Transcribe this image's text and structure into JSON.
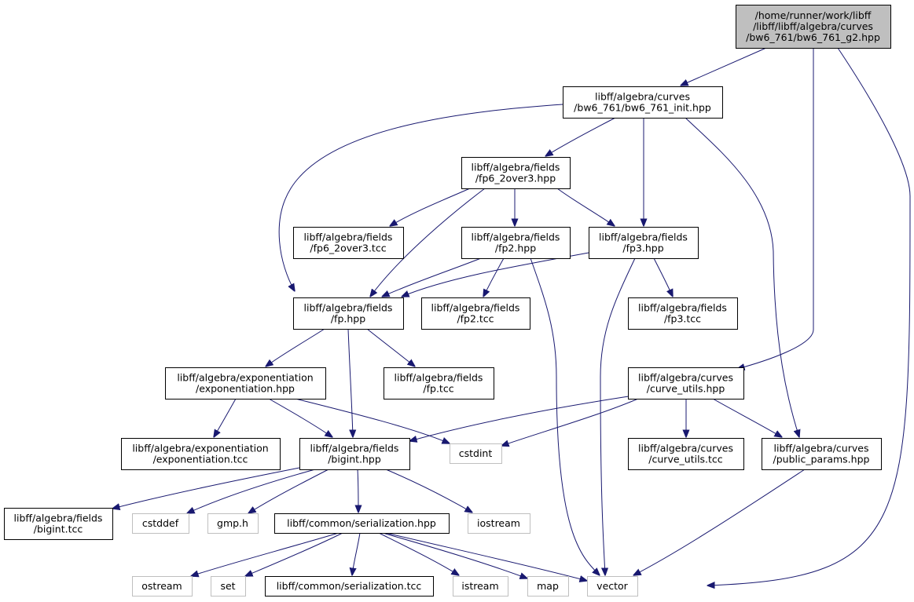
{
  "colors": {
    "edge": "#191970",
    "root_fill": "#bfbfbf",
    "node_fill": "#ffffff",
    "node_border": "#000000",
    "system_border": "#bfbfbf"
  },
  "nodes": [
    {
      "id": "root",
      "kind": "root",
      "lines": [
        "/home/runner/work/libff",
        "/libff/libff/algebra/curves",
        "/bw6_761/bw6_761_g2.hpp"
      ]
    },
    {
      "id": "bw6_init",
      "kind": "file",
      "lines": [
        "libff/algebra/curves",
        "/bw6_761/bw6_761_init.hpp"
      ]
    },
    {
      "id": "fp6_2over3_hpp",
      "kind": "file",
      "lines": [
        "libff/algebra/fields",
        "/fp6_2over3.hpp"
      ]
    },
    {
      "id": "fp6_2over3_tcc",
      "kind": "file",
      "lines": [
        "libff/algebra/fields",
        "/fp6_2over3.tcc"
      ]
    },
    {
      "id": "fp2_hpp",
      "kind": "file",
      "lines": [
        "libff/algebra/fields",
        "/fp2.hpp"
      ]
    },
    {
      "id": "fp3_hpp",
      "kind": "file",
      "lines": [
        "libff/algebra/fields",
        "/fp3.hpp"
      ]
    },
    {
      "id": "fp_hpp",
      "kind": "file",
      "lines": [
        "libff/algebra/fields",
        "/fp.hpp"
      ]
    },
    {
      "id": "fp2_tcc",
      "kind": "file",
      "lines": [
        "libff/algebra/fields",
        "/fp2.tcc"
      ]
    },
    {
      "id": "fp3_tcc",
      "kind": "file",
      "lines": [
        "libff/algebra/fields",
        "/fp3.tcc"
      ]
    },
    {
      "id": "expo_hpp",
      "kind": "file",
      "lines": [
        "libff/algebra/exponentiation",
        "/exponentiation.hpp"
      ]
    },
    {
      "id": "fp_tcc",
      "kind": "file",
      "lines": [
        "libff/algebra/fields",
        "/fp.tcc"
      ]
    },
    {
      "id": "curve_utils_hpp",
      "kind": "file",
      "lines": [
        "libff/algebra/curves",
        "/curve_utils.hpp"
      ]
    },
    {
      "id": "expo_tcc",
      "kind": "file",
      "lines": [
        "libff/algebra/exponentiation",
        "/exponentiation.tcc"
      ]
    },
    {
      "id": "bigint_hpp",
      "kind": "file",
      "lines": [
        "libff/algebra/fields",
        "/bigint.hpp"
      ]
    },
    {
      "id": "cstdint",
      "kind": "system",
      "lines": [
        "cstdint"
      ]
    },
    {
      "id": "curve_utils_tcc",
      "kind": "file",
      "lines": [
        "libff/algebra/curves",
        "/curve_utils.tcc"
      ]
    },
    {
      "id": "public_params",
      "kind": "file",
      "lines": [
        "libff/algebra/curves",
        "/public_params.hpp"
      ]
    },
    {
      "id": "bigint_tcc",
      "kind": "file",
      "lines": [
        "libff/algebra/fields",
        "/bigint.tcc"
      ]
    },
    {
      "id": "cstddef",
      "kind": "system",
      "lines": [
        "cstddef"
      ]
    },
    {
      "id": "gmp_h",
      "kind": "system",
      "lines": [
        "gmp.h"
      ]
    },
    {
      "id": "serialization_hpp",
      "kind": "file",
      "lines": [
        "libff/common/serialization.hpp"
      ]
    },
    {
      "id": "iostream",
      "kind": "system",
      "lines": [
        "iostream"
      ]
    },
    {
      "id": "ostream",
      "kind": "system",
      "lines": [
        "ostream"
      ]
    },
    {
      "id": "set",
      "kind": "system",
      "lines": [
        "set"
      ]
    },
    {
      "id": "serialization_tcc",
      "kind": "file",
      "lines": [
        "libff/common/serialization.tcc"
      ]
    },
    {
      "id": "istream",
      "kind": "system",
      "lines": [
        "istream"
      ]
    },
    {
      "id": "map",
      "kind": "system",
      "lines": [
        "map"
      ]
    },
    {
      "id": "vector",
      "kind": "system",
      "lines": [
        "vector"
      ]
    }
  ],
  "edges": [
    {
      "from": "root",
      "to": "bw6_init"
    },
    {
      "from": "root",
      "to": "curve_utils_hpp"
    },
    {
      "from": "root",
      "to": "vector"
    },
    {
      "from": "bw6_init",
      "to": "fp_hpp"
    },
    {
      "from": "bw6_init",
      "to": "fp6_2over3_hpp"
    },
    {
      "from": "bw6_init",
      "to": "fp3_hpp"
    },
    {
      "from": "bw6_init",
      "to": "public_params"
    },
    {
      "from": "fp6_2over3_hpp",
      "to": "fp6_2over3_tcc"
    },
    {
      "from": "fp6_2over3_hpp",
      "to": "fp2_hpp"
    },
    {
      "from": "fp6_2over3_hpp",
      "to": "fp3_hpp"
    },
    {
      "from": "fp6_2over3_hpp",
      "to": "fp_hpp"
    },
    {
      "from": "fp2_hpp",
      "to": "fp_hpp"
    },
    {
      "from": "fp2_hpp",
      "to": "fp2_tcc"
    },
    {
      "from": "fp2_hpp",
      "to": "vector"
    },
    {
      "from": "fp3_hpp",
      "to": "fp_hpp"
    },
    {
      "from": "fp3_hpp",
      "to": "fp3_tcc"
    },
    {
      "from": "fp3_hpp",
      "to": "vector"
    },
    {
      "from": "fp_hpp",
      "to": "expo_hpp"
    },
    {
      "from": "fp_hpp",
      "to": "fp_tcc"
    },
    {
      "from": "fp_hpp",
      "to": "bigint_hpp"
    },
    {
      "from": "expo_hpp",
      "to": "expo_tcc"
    },
    {
      "from": "expo_hpp",
      "to": "bigint_hpp"
    },
    {
      "from": "expo_hpp",
      "to": "cstdint"
    },
    {
      "from": "curve_utils_hpp",
      "to": "bigint_hpp"
    },
    {
      "from": "curve_utils_hpp",
      "to": "cstdint"
    },
    {
      "from": "curve_utils_hpp",
      "to": "curve_utils_tcc"
    },
    {
      "from": "curve_utils_hpp",
      "to": "public_params"
    },
    {
      "from": "public_params",
      "to": "vector"
    },
    {
      "from": "bigint_hpp",
      "to": "bigint_tcc"
    },
    {
      "from": "bigint_hpp",
      "to": "cstddef"
    },
    {
      "from": "bigint_hpp",
      "to": "gmp_h"
    },
    {
      "from": "bigint_hpp",
      "to": "serialization_hpp"
    },
    {
      "from": "bigint_hpp",
      "to": "iostream"
    },
    {
      "from": "serialization_hpp",
      "to": "ostream"
    },
    {
      "from": "serialization_hpp",
      "to": "set"
    },
    {
      "from": "serialization_hpp",
      "to": "serialization_tcc"
    },
    {
      "from": "serialization_hpp",
      "to": "istream"
    },
    {
      "from": "serialization_hpp",
      "to": "map"
    },
    {
      "from": "serialization_hpp",
      "to": "vector"
    }
  ]
}
